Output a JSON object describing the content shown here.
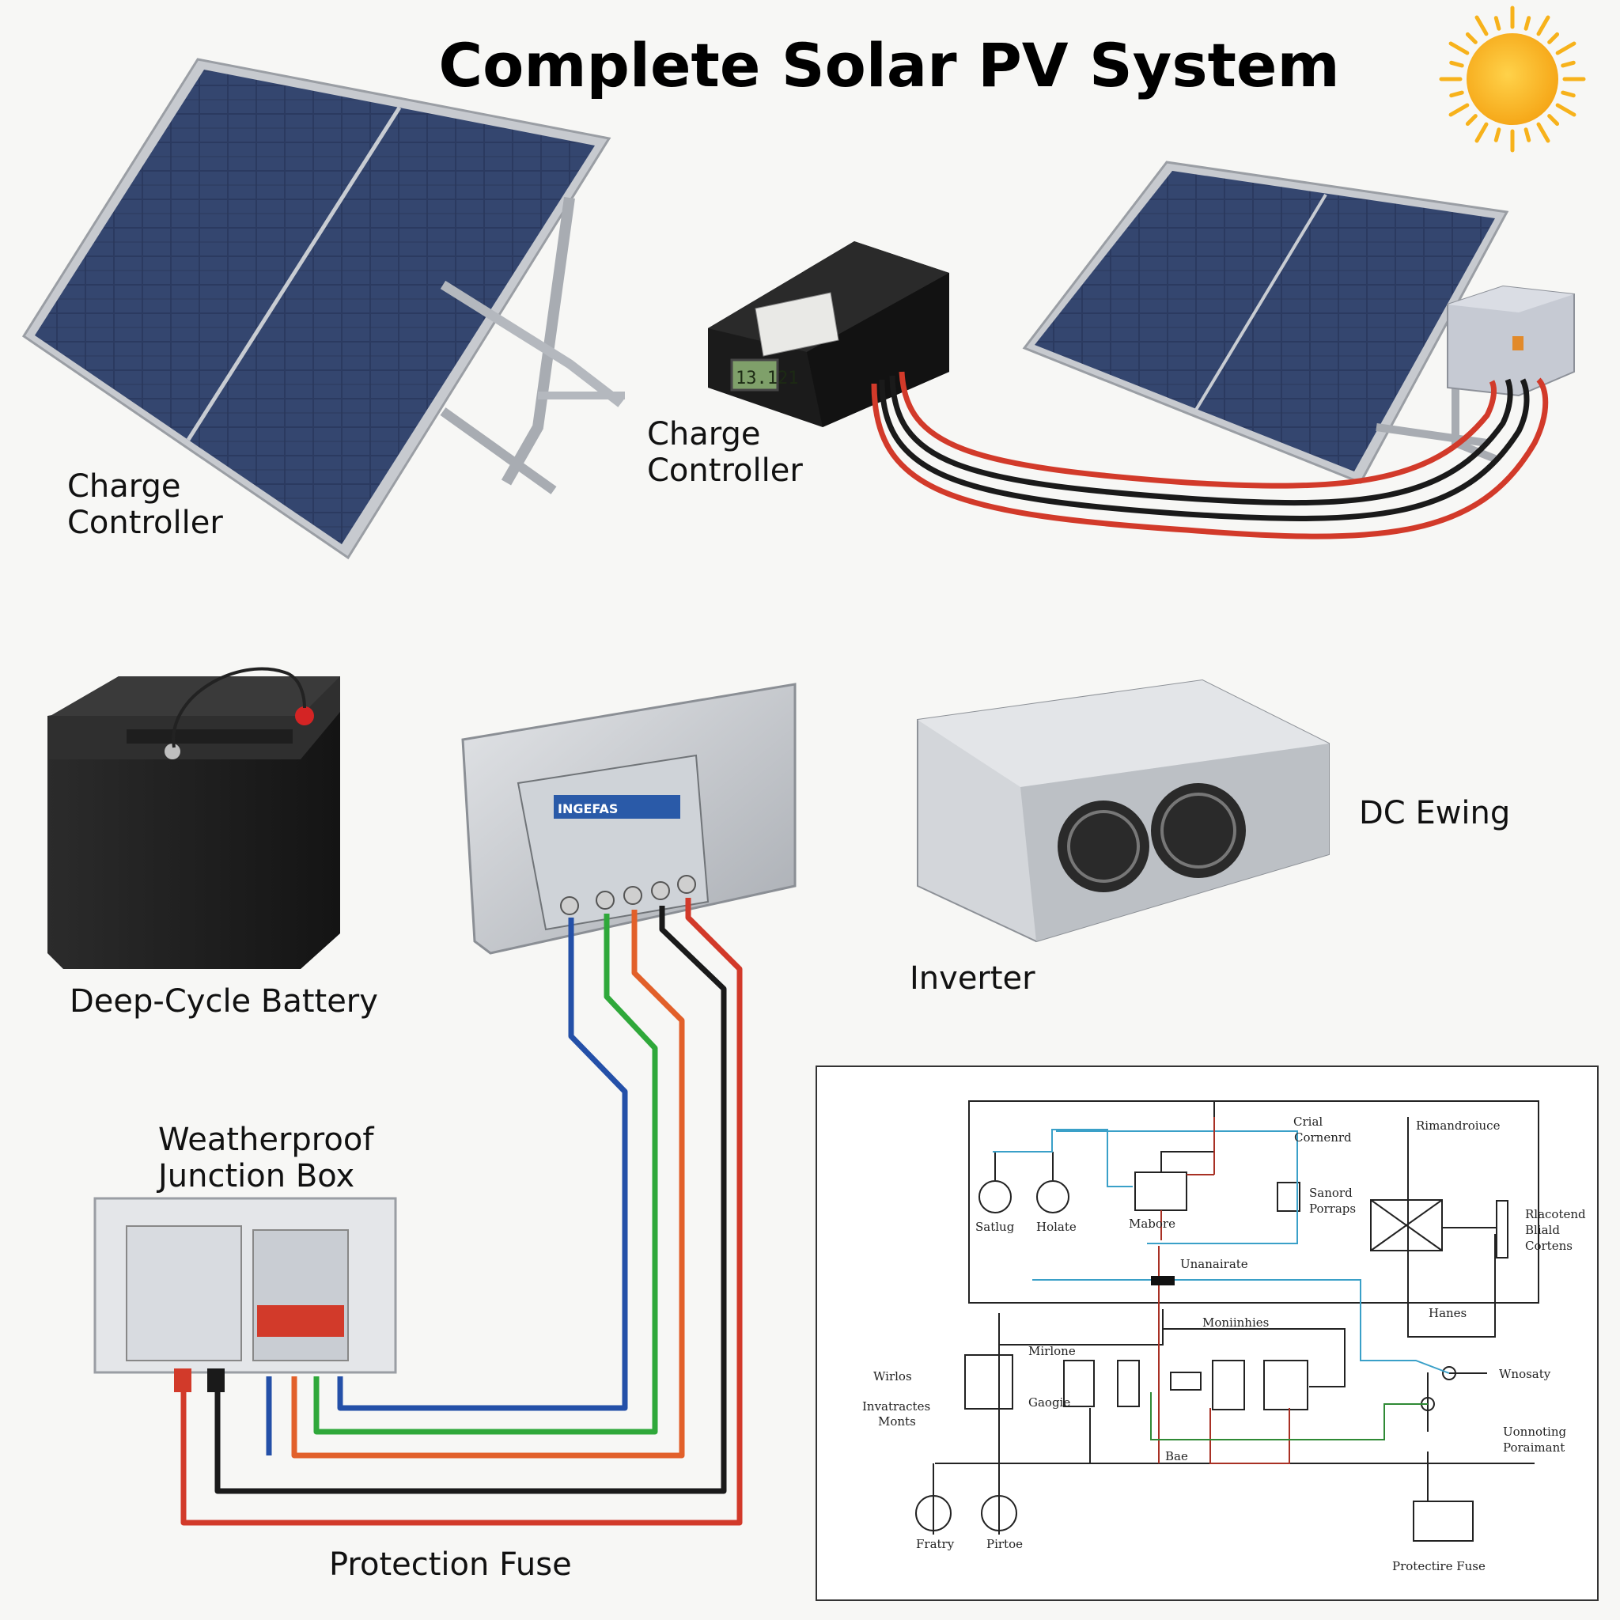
{
  "title": "Complete Solar PV System",
  "labels": {
    "charge_controller_left": [
      "Charge",
      "Controller"
    ],
    "charge_controller_center": [
      "Charge",
      "Controller"
    ],
    "deep_cycle_battery": "Deep-Cycle Battery",
    "dc_ewing": "DC Ewing",
    "inverter": "Inverter",
    "junction_box": [
      "Weatherproof",
      "Junction Box"
    ],
    "protection_fuse": "Protection Fuse"
  },
  "device_text": {
    "controller_display": "13.121",
    "breaker_panel_brand": "INGEFAS"
  },
  "schematic": {
    "labels": {
      "crial_cornenrd": [
        "Crial",
        "Cornenrd"
      ],
      "rimandroiuce": "Rimandroiuce",
      "satlug": "Satlug",
      "holate": "Holate",
      "mabore": "Mabore",
      "sanord_porraps": [
        "Sanord",
        "Porraps"
      ],
      "uranairate": "Unanairate",
      "rlacotend": [
        "Rlacotend",
        "Bliald",
        "Cortens"
      ],
      "hanes": "Hanes",
      "moniinhies": "Moniinhies",
      "mirlone": "Mirlone",
      "wirlos": "Wirlos",
      "invatractes_monts": [
        "Invatractes",
        "Monts"
      ],
      "gaogie": "Gaogie",
      "wnosaty": "Wnosaty",
      "uonnoting_poraimant": [
        "Uonnoting",
        "Poraimant"
      ],
      "bae": "Bae",
      "fratry": "Fratry",
      "pirtoe": "Pirtoe",
      "protectire_fuse": "Protectire Fuse"
    }
  },
  "colors": {
    "panel_cell": "#2d3d63",
    "wire_red": "#d23a2a",
    "wire_black": "#1a1a1a",
    "wire_blue": "#2450a8",
    "wire_green": "#2fa83a",
    "wire_orange": "#e2602a",
    "sun": "#f7b21b"
  }
}
